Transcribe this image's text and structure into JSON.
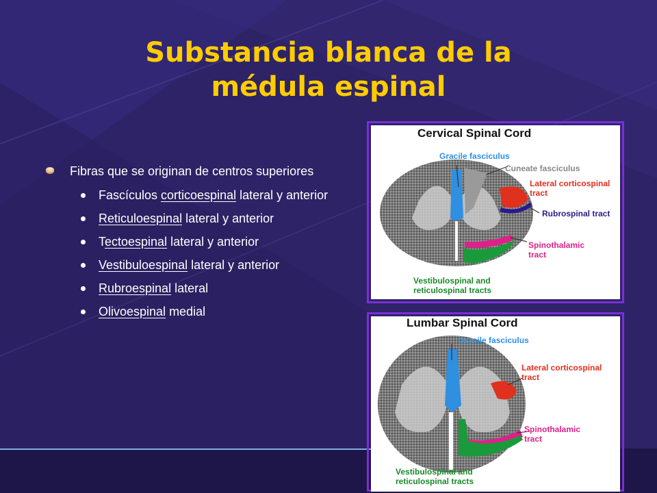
{
  "slide": {
    "title_line1": "Substancia blanca de la",
    "title_line2": "médula espinal",
    "bullet_main": "Fibras que se originan de centros superiores",
    "sub_items": [
      {
        "underlined": "corticoespinal",
        "pre": "Fascículos ",
        "post": " lateral y anterior"
      },
      {
        "pre": "",
        "underlined": "Reticuloespinal",
        "post": " lateral y anterior"
      },
      {
        "pre": "T",
        "underlined": "ectoespinal",
        "post": " lateral y anterior"
      },
      {
        "pre": "",
        "underlined": "Vestibuloespinal",
        "post": " lateral y anterior"
      },
      {
        "pre": "",
        "underlined": "Rubroespinal",
        "post": " lateral"
      },
      {
        "pre": "",
        "underlined": "Olivoespinal",
        "post": " medial"
      }
    ]
  },
  "figure_cervical": {
    "title": "Cervical Spinal Cord",
    "labels": {
      "gracile": "Gracile fasciculus",
      "cuneate": "Cuneate fasciculus",
      "lateral_cs": "Lateral corticospinal tract",
      "rubrospinal": "Rubrospinal tract",
      "spinothalamic": "Spinothalamic tract",
      "vestibulo": "Vestibulospinal and reticulospinal tracts"
    }
  },
  "figure_lumbar": {
    "title": "Lumbar Spinal Cord",
    "labels": {
      "gracile": "Gracile fasciculus",
      "lateral_cs": "Lateral corticospinal tract",
      "spinothalamic": "Spinothalamic tract",
      "vestibulo": "Vestibulospinal and reticulospinal tracts"
    }
  },
  "colors": {
    "background": "#2e2366",
    "title": "#ffcc00",
    "frame": "#7a2fd6",
    "gracile": "#2f8fe0",
    "cuneate": "#9a9a9a",
    "corticospinal": "#e0301e",
    "rubrospinal": "#2a1a8a",
    "spinothalamic": "#e0208a",
    "vestibulospinal": "#1a9a3a"
  }
}
